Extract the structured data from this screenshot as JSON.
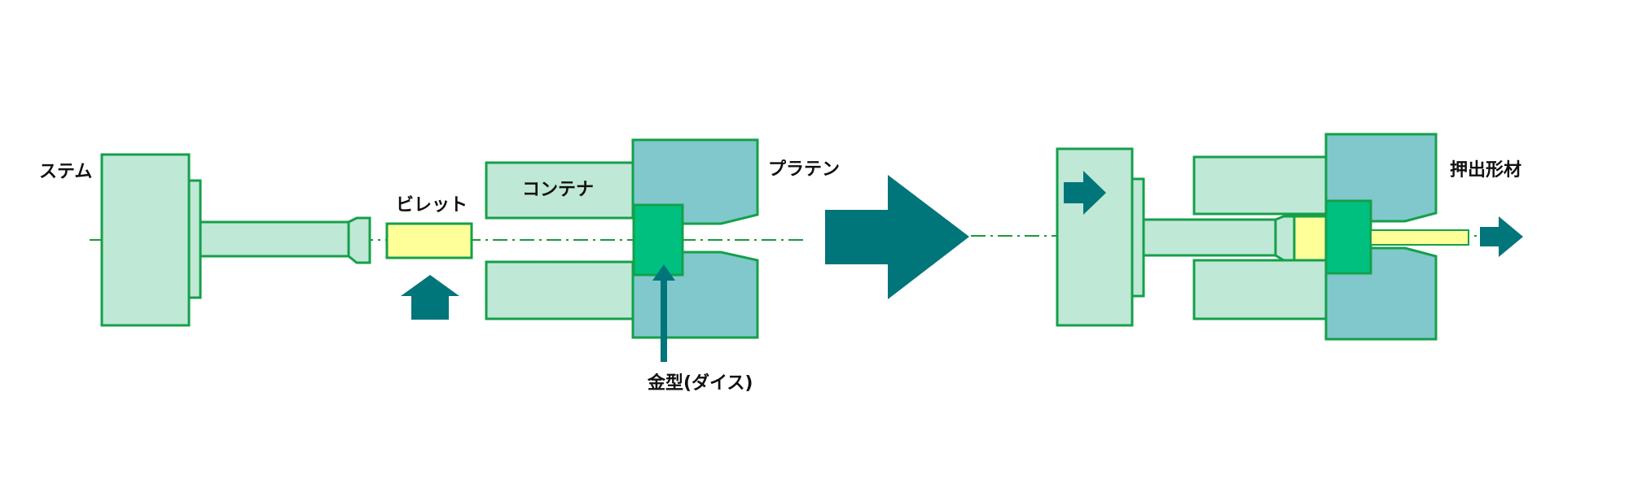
{
  "labels": {
    "stem": "ステム",
    "billet": "ビレット",
    "container": "コンテナ",
    "platen": "プラテン",
    "die": "金型(ダイス)",
    "extrudate": "押出形材"
  },
  "colors": {
    "light_green": "#bfe8d6",
    "outline_green": "#14a04a",
    "die_green": "#00c080",
    "platen_teal": "#80c8cc",
    "billet_yellow": "#ffff99",
    "arrow_teal": "#00757a",
    "centerline": "#1a9a3a"
  }
}
